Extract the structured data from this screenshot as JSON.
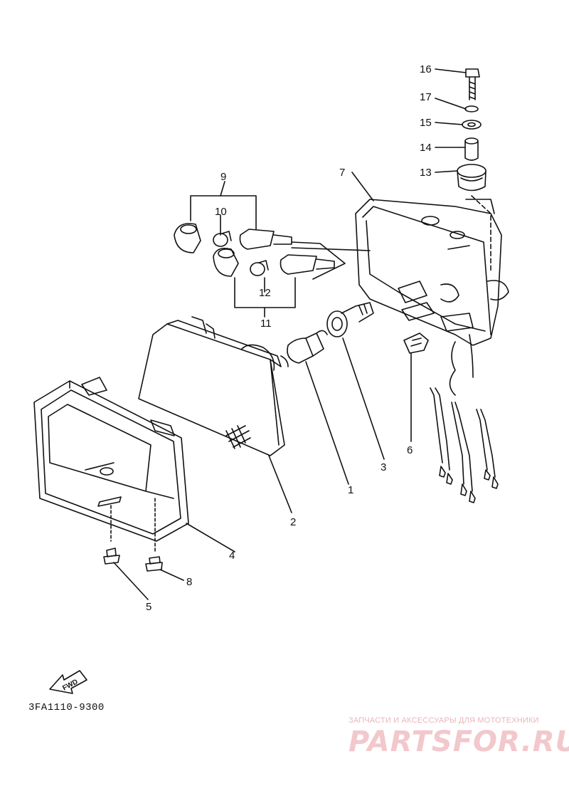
{
  "diagram": {
    "part_numbers": [
      "1",
      "2",
      "3",
      "4",
      "5",
      "6",
      "7",
      "8",
      "9",
      "10",
      "11",
      "12",
      "13",
      "14",
      "15",
      "16",
      "17"
    ],
    "fwd_label": "FWD",
    "code": "3FA1110-9300"
  },
  "watermark": {
    "subtitle": "ЗАПЧАСТИ И АКСЕССУАРЫ ДЛЯ МОТОТЕХНИКИ",
    "brand": "PARTSFOR.RU"
  }
}
